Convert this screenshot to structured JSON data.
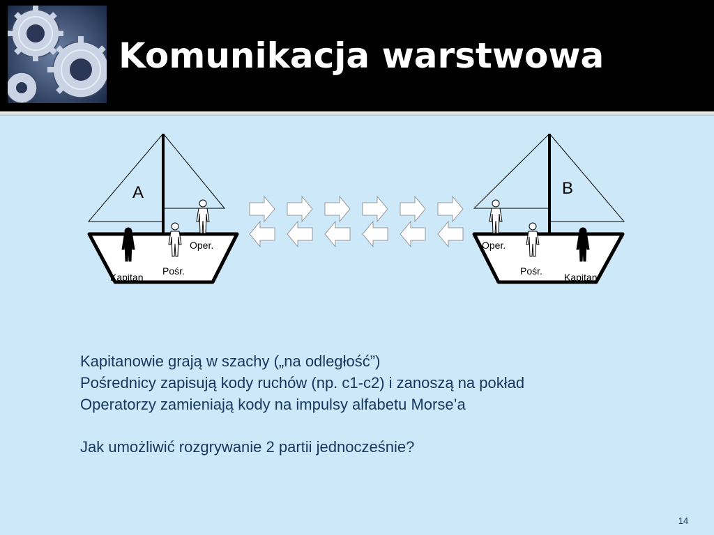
{
  "slide": {
    "title": "Komunikacja warstwowa",
    "page_number": "14"
  },
  "diagram": {
    "ship_a": {
      "name": "A",
      "labels": {
        "captain": "Kapitan",
        "intermediary": "Pośr.",
        "operator": "Oper."
      }
    },
    "ship_b": {
      "name": "B",
      "labels": {
        "captain": "Kapitan",
        "intermediary": "Pośr.",
        "operator": "Oper."
      }
    },
    "arrows_right_count": 6,
    "arrows_left_count": 6
  },
  "body": {
    "lines": [
      "Kapitanowie grają w szachy („na odległość”)",
      "Pośrednicy zapisują kody ruchów (np. c1-c2) i zanoszą na pokład",
      "Operatorzy zamieniają kody na impulsy alfabetu Morse’a"
    ],
    "question": "Jak umożliwić rozgrywanie 2 partii jednocześnie?"
  },
  "colors": {
    "background": "#cce8f9",
    "header": "#000000",
    "text": "#17375e"
  }
}
